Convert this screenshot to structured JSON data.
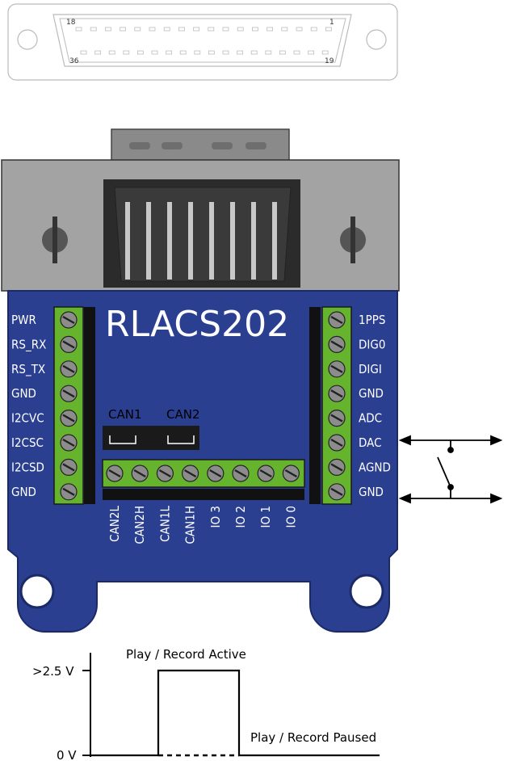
{
  "connector": {
    "pin_top_left": "18",
    "pin_top_right": "1",
    "pin_bottom_left": "36",
    "pin_bottom_right": "19"
  },
  "board": {
    "title": "RLACS202",
    "left_pins": [
      "PWR",
      "RS_RX",
      "RS_TX",
      "GND",
      "I2CVC",
      "I2CSC",
      "I2CSD",
      "GND"
    ],
    "right_pins": [
      "1PPS",
      "DIG0",
      "DIGI",
      "GND",
      "ADC",
      "DAC",
      "AGND",
      "GND"
    ],
    "bottom_pins": [
      "CAN2L",
      "CAN2H",
      "CAN1L",
      "CAN1H",
      "IO 3",
      "IO 2",
      "IO 1",
      "IO 0"
    ],
    "jumper_labels": [
      "CAN1",
      "CAN2"
    ]
  },
  "signal": {
    "high_label": ">2.5 V",
    "low_label": "0 V",
    "active_label": "Play / Record Active",
    "paused_label": "Play / Record Paused"
  },
  "colors": {
    "board": "#2b3f91",
    "terminal": "#66b32e",
    "connector": "#a3a3a3"
  }
}
